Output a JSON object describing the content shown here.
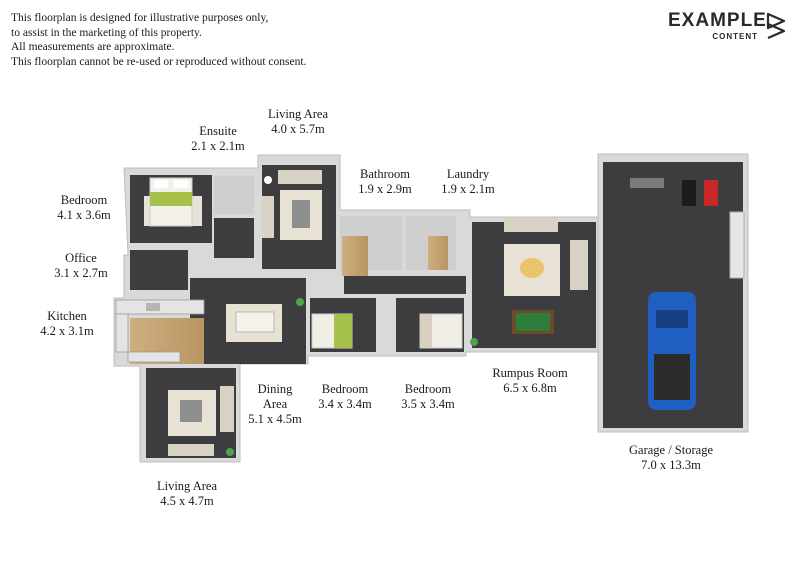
{
  "disclaimer": {
    "line1": "This floorplan is designed for illustrative purposes only,",
    "line2": "to assist in the marketing of this property.",
    "line3": "All measurements are approximate.",
    "line4": "This floorplan cannot be re-used or reproduced without consent."
  },
  "logo": {
    "word": "EXAMPLE",
    "sub": "CONTENT"
  },
  "rooms": {
    "living_top": {
      "name": "Living Area",
      "size": "4.0 x 5.7m"
    },
    "ensuite": {
      "name": "Ensuite",
      "size": "2.1 x 2.1m"
    },
    "bathroom": {
      "name": "Bathroom",
      "size": "1.9 x 2.9m"
    },
    "laundry": {
      "name": "Laundry",
      "size": "1.9 x 2.1m"
    },
    "bedroom_main": {
      "name": "Bedroom",
      "size": "4.1 x 3.6m"
    },
    "office": {
      "name": "Office",
      "size": "3.1 x 2.7m"
    },
    "kitchen": {
      "name": "Kitchen",
      "size": "4.2 x 3.1m"
    },
    "rumpus": {
      "name": "Rumpus Room",
      "size": "6.5 x 6.8m"
    },
    "dining": {
      "name1": "Dining",
      "name2": "Area",
      "size": "5.1 x 4.5m"
    },
    "bedroom_2": {
      "name": "Bedroom",
      "size": "3.4 x 3.4m"
    },
    "bedroom_3": {
      "name": "Bedroom",
      "size": "3.5 x 3.4m"
    },
    "garage": {
      "name": "Garage / Storage",
      "size": "7.0 x 13.3m"
    },
    "living_bottom": {
      "name": "Living Area",
      "size": "4.5 x 4.7m"
    }
  },
  "colors": {
    "floor": "#3a3a3c",
    "wall": "#d8d8d8",
    "wood": "#c8a87a",
    "rug": "#e8e2d4",
    "car": "#1f5fbf",
    "pool_table": "#2e7d3a",
    "bed_accent": "#a6c14a"
  }
}
